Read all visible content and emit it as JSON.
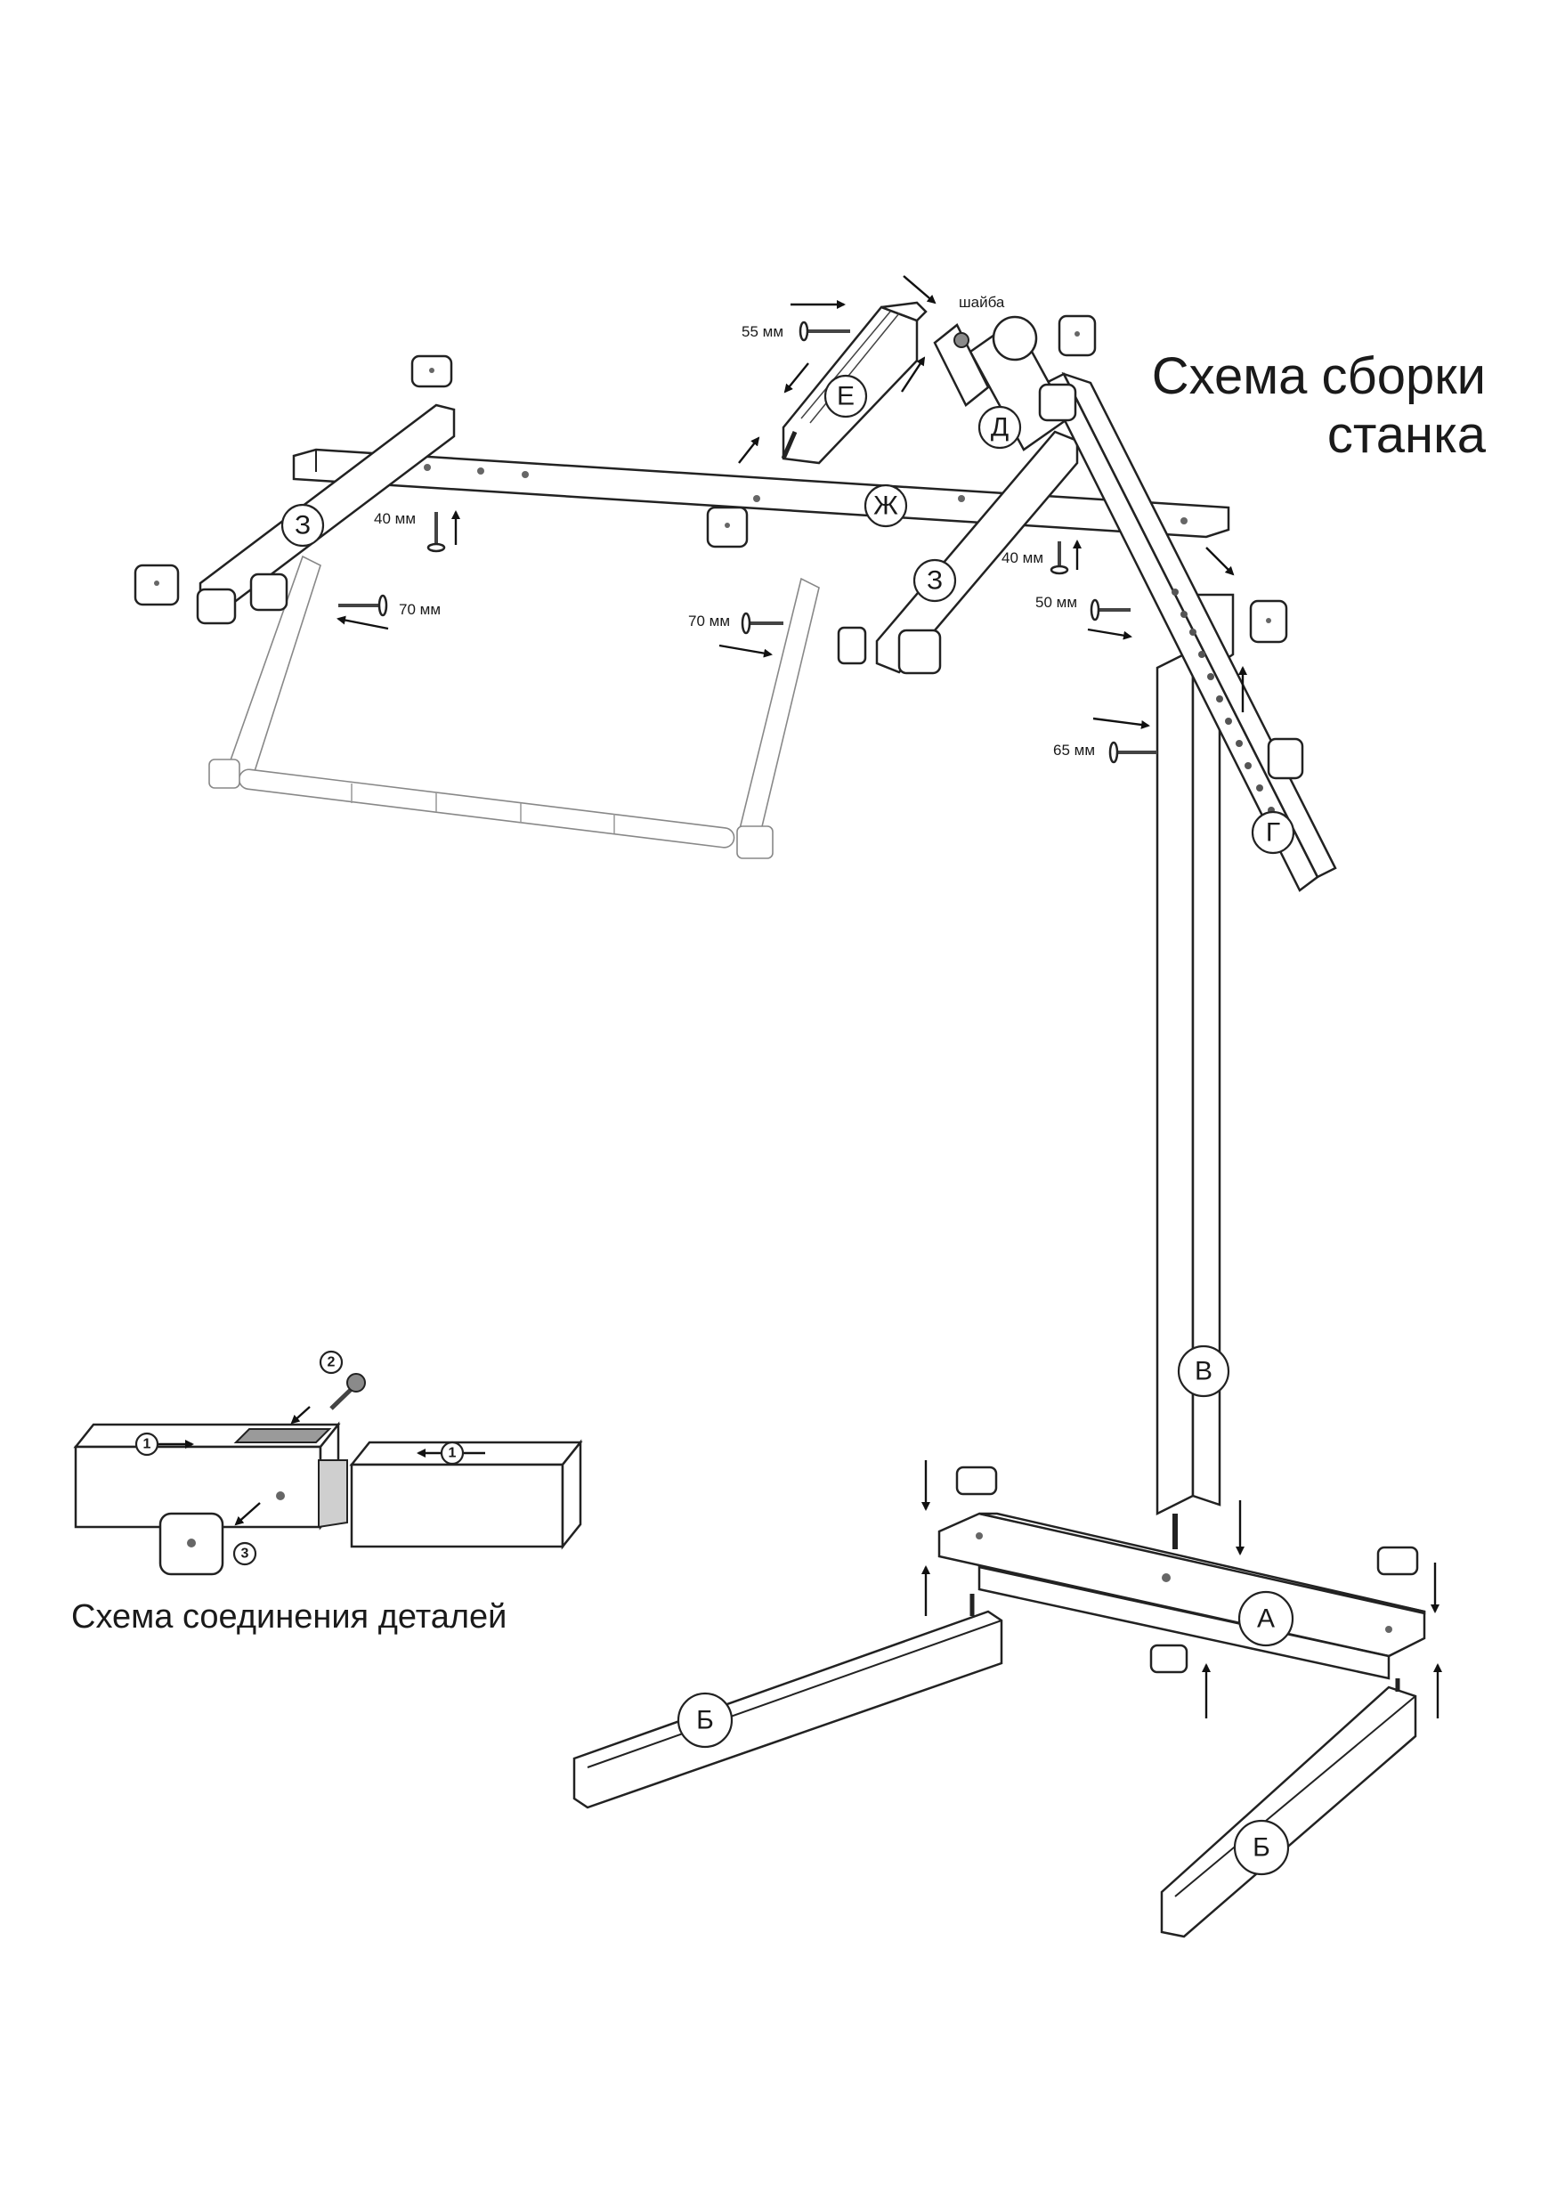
{
  "title": {
    "line1": "Схема сборки",
    "line2": "станка"
  },
  "subtitle": "Схема соединения деталей",
  "part_labels": {
    "a": "А",
    "b": "Б",
    "v": "В",
    "g": "Г",
    "d": "Д",
    "e": "Е",
    "zh": "Ж",
    "z": "З"
  },
  "dimensions": {
    "m55": "55 мм",
    "m40": "40 мм",
    "m70": "70 мм",
    "m50": "50 мм",
    "m65": "65 мм",
    "washer": "шайба"
  },
  "steps": {
    "one": "1",
    "two": "2",
    "three": "3"
  }
}
